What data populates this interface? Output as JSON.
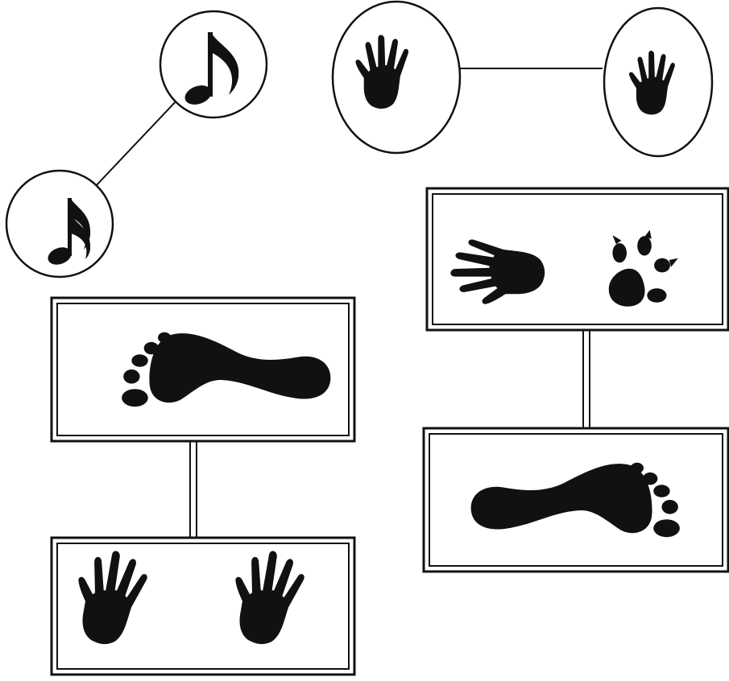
{
  "diagram": {
    "groups": [
      {
        "id": "music-notes",
        "shape": "circle",
        "items": [
          "eighth-note",
          "sixteenth-note"
        ]
      },
      {
        "id": "hands-pair",
        "shape": "oval",
        "items": [
          "hand-print",
          "hand-print"
        ]
      },
      {
        "id": "foot-and-hands",
        "shape": "framed-rectangle",
        "items": [
          "foot-print",
          "hand-print",
          "hand-print"
        ]
      },
      {
        "id": "hand-paw-and-foot",
        "shape": "framed-rectangle",
        "items": [
          "hand-print",
          "paw-print",
          "foot-print"
        ]
      }
    ],
    "colors": {
      "ink": "#111111",
      "background": "#ffffff"
    }
  }
}
